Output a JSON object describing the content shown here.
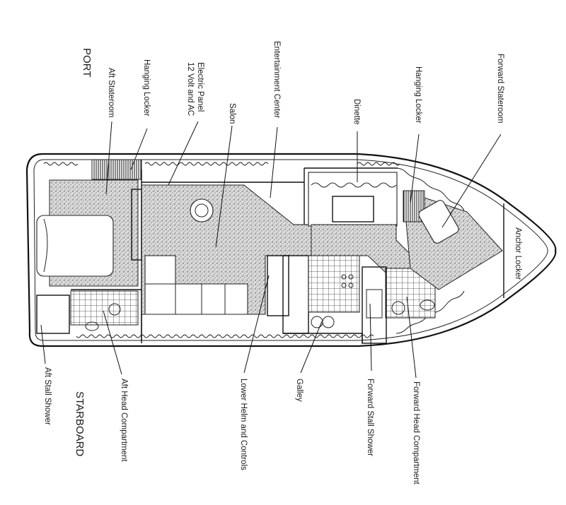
{
  "diagram": {
    "side_labels": {
      "port": "PORT",
      "starboard": "STARBOARD"
    },
    "top_labels": [
      "Aft Stateroom",
      "Hanging Locker",
      "Electric Panel",
      "12 Volt and AC",
      "Salon",
      "Entertainment Center",
      "Dinette",
      "Hanging Locker",
      "Forward Stateroom"
    ],
    "bottom_labels": [
      "Aft Stall Shower",
      "Aft Head Compartment",
      "Lower Helm and Controls",
      "Galley",
      "Forward Stall Shower",
      "Forward Head Compartment"
    ],
    "inside_labels": [
      "Anchor Locker"
    ]
  }
}
